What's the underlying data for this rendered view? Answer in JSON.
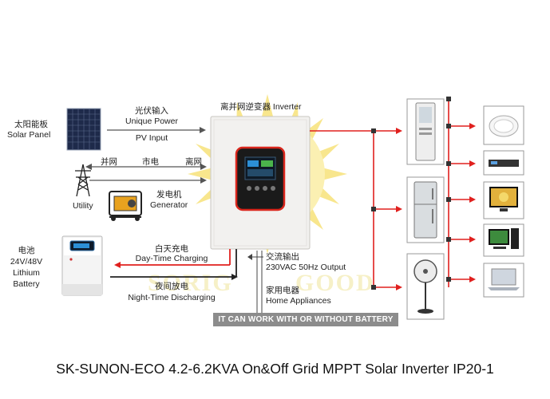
{
  "solar_panel": {
    "label_cn": "太阳能板",
    "label_en": "Solar Panel"
  },
  "pv_input": {
    "label_cn": "光伏输入",
    "label_en1": "Unique Power",
    "label_en2": "PV Input"
  },
  "inverter": {
    "label": "离并网逆变器 Inverter"
  },
  "grid_modes": {
    "on_grid": "并网",
    "mains": "市电",
    "off_grid": "离网"
  },
  "utility": {
    "label": "Utility"
  },
  "generator": {
    "label_cn": "发电机",
    "label_en": "Generator"
  },
  "battery": {
    "label_cn": "电池",
    "label_en1": "24V/48V",
    "label_en2": "Lithium",
    "label_en3": "Battery"
  },
  "day_charging": {
    "label_cn": "白天充电",
    "label_en": "Day-Time Charging"
  },
  "night_discharging": {
    "label_cn": "夜间放电",
    "label_en": "Night-Time Discharging"
  },
  "ac_output": {
    "label_cn": "交流输出",
    "label_en": "230VAC 50Hz Output"
  },
  "home_appliances": {
    "label_cn": "家用电器",
    "label_en": "Home Appliances"
  },
  "banner": "IT CAN WORK WITH OR WITHOUT BATTERY",
  "watermark": {
    "left": "SORIG",
    "right": "GOOD"
  },
  "product_title": "SK-SUNON-ECO 4.2-6.2KVA On&Off Grid MPPT Solar Inverter IP20-1",
  "colors": {
    "wire_red": "#e0201e",
    "wire_black": "#222222",
    "sun_yellow": "#f3d54a",
    "inverter_body": "#f2f1ef"
  }
}
